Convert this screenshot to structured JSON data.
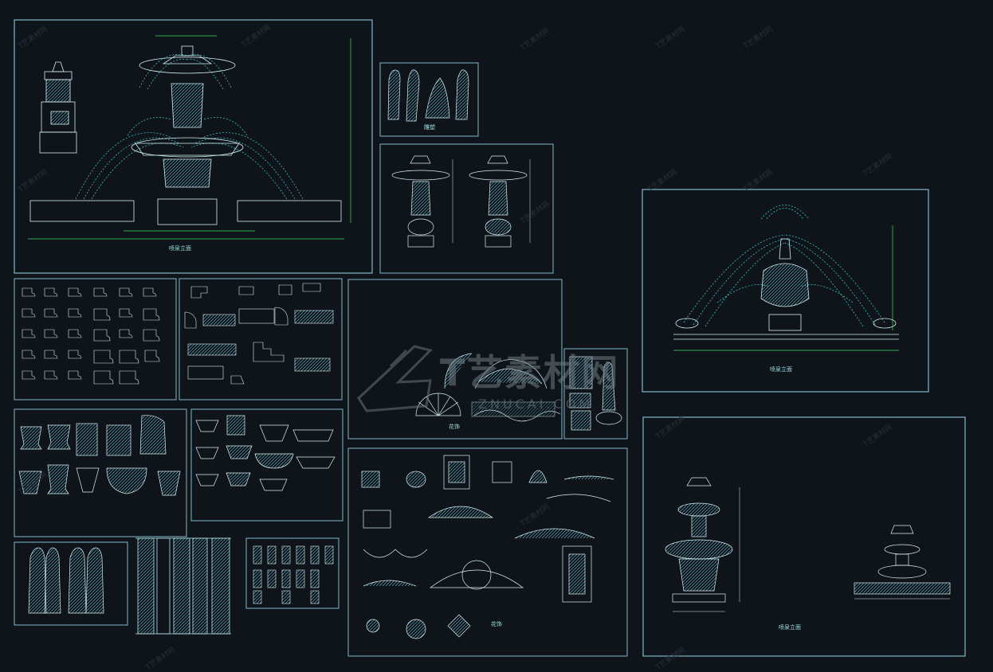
{
  "watermark": {
    "tile_text": "T艺素材网",
    "center_brand": "T艺素材网",
    "center_sub": "ZNUCAI.COM"
  },
  "colors": {
    "background": "#0f141a",
    "frame": "#7fb8c8",
    "line": "#bfe9ee",
    "water": "#3fd6d6",
    "dim": "#39e05a"
  },
  "sheets": [
    {
      "id": "fountain-elevation-large",
      "caption": "喷泉立面"
    },
    {
      "id": "statues-small",
      "caption": "雕塑"
    },
    {
      "id": "tiered-fountains",
      "caption": ""
    },
    {
      "id": "fountain-elevation-right",
      "caption": "喷泉立面"
    },
    {
      "id": "moulding-profiles",
      "caption": ""
    },
    {
      "id": "cornice-details",
      "caption": ""
    },
    {
      "id": "ornament-fans",
      "caption": "花饰"
    },
    {
      "id": "venus-statues",
      "caption": ""
    },
    {
      "id": "urns-vases",
      "caption": ""
    },
    {
      "id": "planter-bowls",
      "caption": ""
    },
    {
      "id": "carved-ornaments",
      "caption": "花饰"
    },
    {
      "id": "small-fountain-elevation",
      "caption": "喷泉立面"
    },
    {
      "id": "figure-statues",
      "caption": ""
    },
    {
      "id": "columns",
      "caption": ""
    },
    {
      "id": "balusters",
      "caption": ""
    }
  ]
}
